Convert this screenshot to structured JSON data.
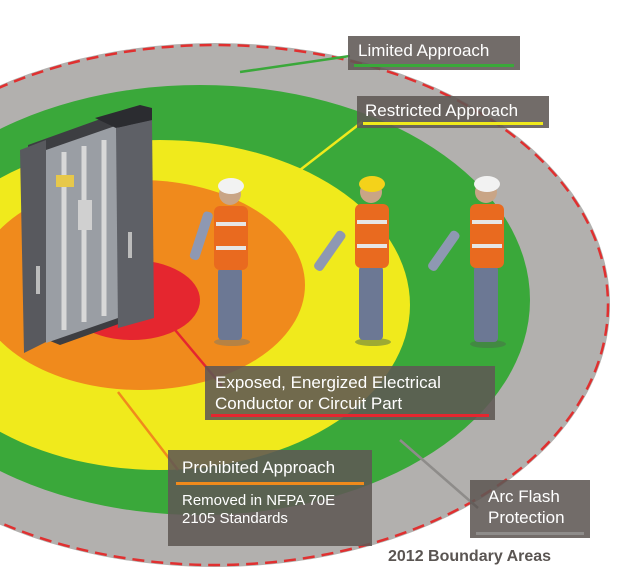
{
  "colors": {
    "arc_flash_zone": "#b2b0ae",
    "limited_zone": "#3aa83a",
    "restricted_zone": "#f0ea1c",
    "prohibited_zone": "#f08a1c",
    "exposed_zone": "#e5262f",
    "boundary_dash": "#e03030",
    "label_box": "#5f5854"
  },
  "labels": {
    "limited": "Limited Approach",
    "restricted": "Restricted Approach",
    "exposed_line1": "Exposed, Energized Electrical",
    "exposed_line2": "Conductor or Circuit Part",
    "prohibited_title": "Prohibited Approach",
    "prohibited_note_line1": "Removed in NFPA 70E",
    "prohibited_note_line2": "2105 Standards",
    "arc_flash_line1": "Arc Flash",
    "arc_flash_line2": "Protection"
  },
  "caption": "2012 Boundary Areas",
  "icons": [
    "electrical-panel-icon",
    "worker-icon",
    "hard-hat-icon",
    "safety-vest-icon"
  ]
}
